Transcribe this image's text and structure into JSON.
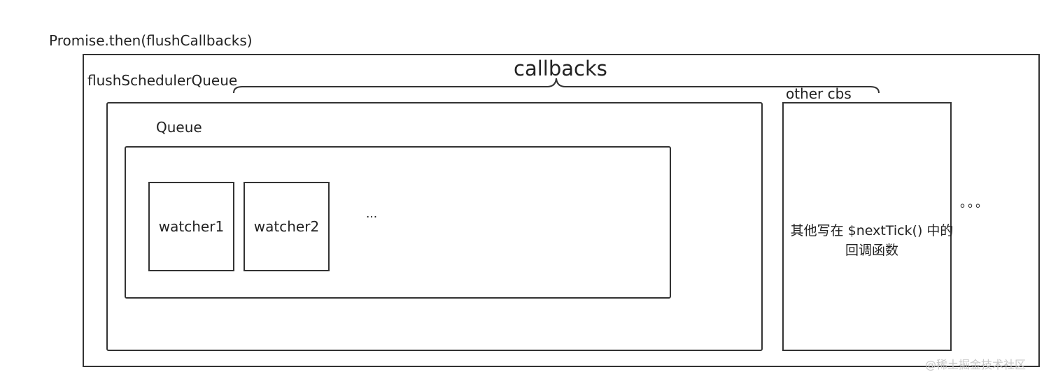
{
  "diagram": {
    "promise_label": "Promise.then(flushCallbacks)",
    "callbacks_label": "callbacks",
    "flush_label": "flushSchedulerQueue",
    "queue_label": "Queue",
    "watchers": [
      "watcher1",
      "watcher2"
    ],
    "ellipsis": "...",
    "other_label": "other cbs",
    "other_text": "其他写在 $nextTick() 中的回调函数",
    "dots": "。。。",
    "watermark": "@稀土掘金技术社区"
  }
}
